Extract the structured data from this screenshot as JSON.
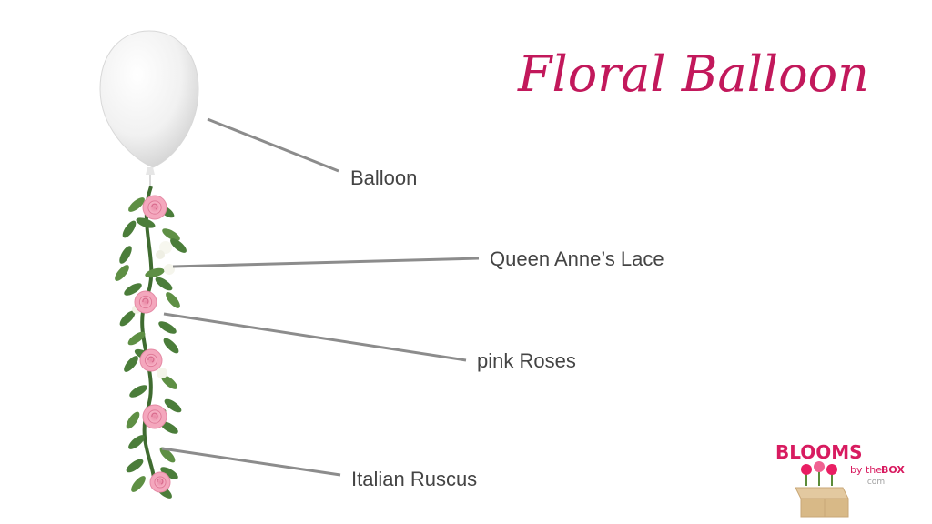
{
  "title": "Floral Balloon",
  "labels": {
    "balloon": "Balloon",
    "queen_annes_lace": "Queen Anne’s Lace",
    "pink_roses": "pink Roses",
    "italian_ruscus": "Italian Ruscus"
  },
  "logo": {
    "word": "BLOOMS",
    "by_the": "by the",
    "box": "BOX",
    "com": ".com"
  },
  "colors": {
    "title": "#c2185b",
    "label": "#444444",
    "leader_line": "#8c8c8c",
    "rose": "#f4a7bd",
    "leaf": "#4b7d3a",
    "balloon": "#f4f4f4"
  },
  "icons": {
    "balloon": "balloon-illustration",
    "garland": "floral-garland-illustration",
    "logo_box": "cardboard-box-icon",
    "logo_flowers": "flower-icon"
  }
}
